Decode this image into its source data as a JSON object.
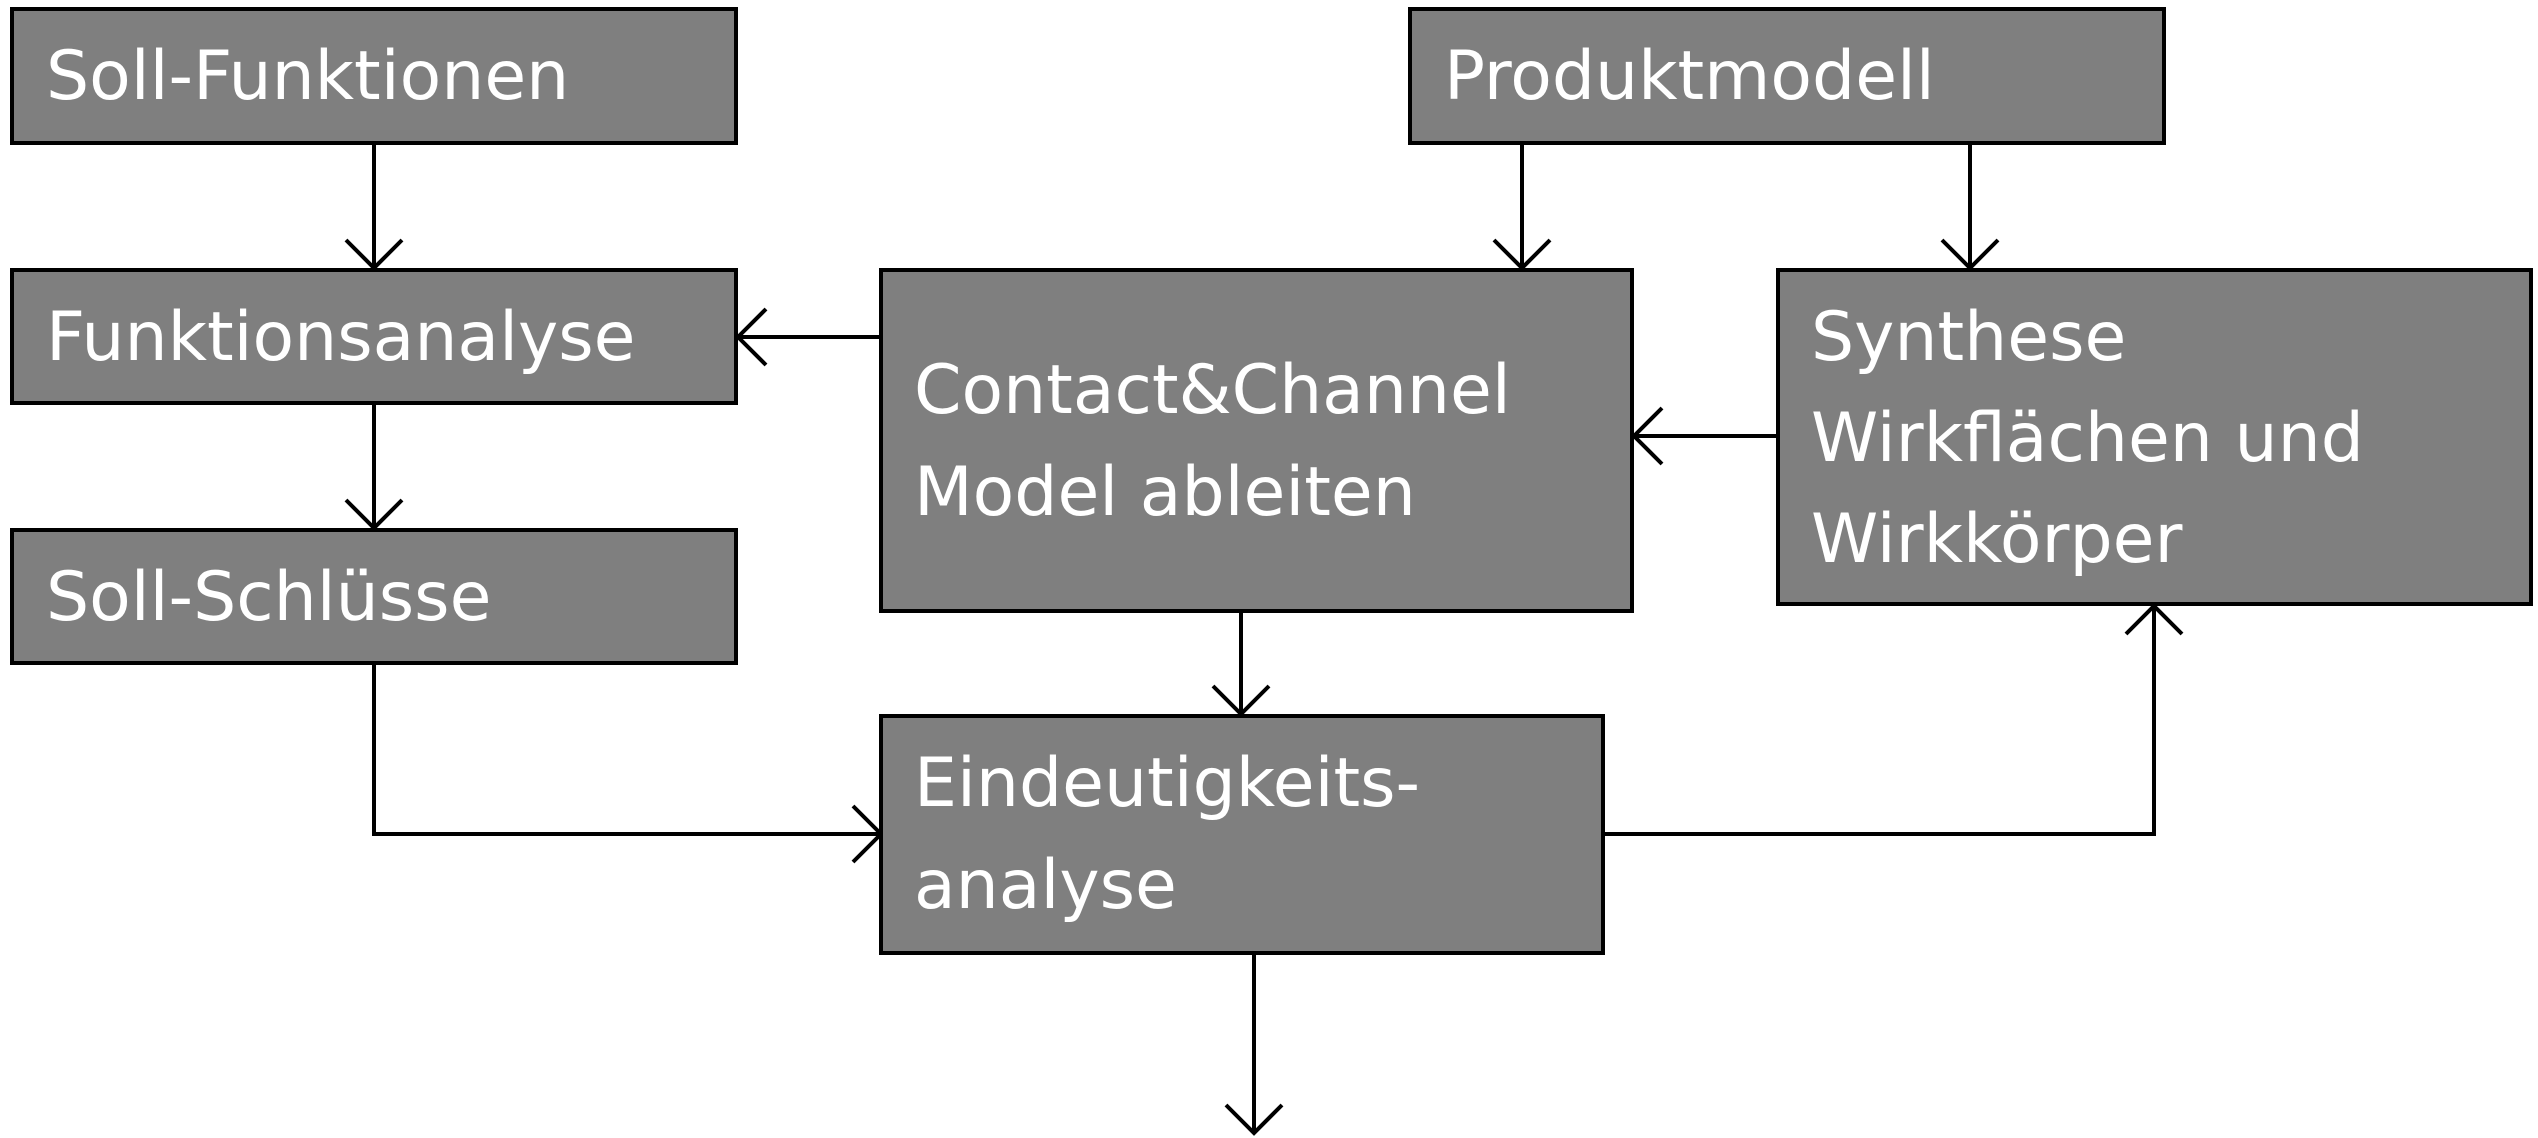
{
  "nodes": [
    {
      "id": "soll-funktionen",
      "lines": [
        "Soll-Funktionen"
      ]
    },
    {
      "id": "produktmodell",
      "lines": [
        "Produktmodell"
      ]
    },
    {
      "id": "funktionsanalyse",
      "lines": [
        "Funktionsanalyse"
      ]
    },
    {
      "id": "contact-channel",
      "lines": [
        "Contact&Channel",
        "Model ableiten"
      ]
    },
    {
      "id": "synthese",
      "lines": [
        "Synthese",
        "Wirkflächen und",
        "Wirkkörper"
      ]
    },
    {
      "id": "soll-schluesse",
      "lines": [
        "Soll-Schlüsse"
      ]
    },
    {
      "id": "eindeutigkeitsanalyse",
      "lines": [
        "Eindeutigkeits-",
        "analyse"
      ]
    }
  ],
  "edges": [
    {
      "from": "soll-funktionen",
      "to": "funktionsanalyse"
    },
    {
      "from": "funktionsanalyse",
      "to": "soll-schluesse"
    },
    {
      "from": "produktmodell",
      "to": "contact-channel"
    },
    {
      "from": "produktmodell",
      "to": "synthese"
    },
    {
      "from": "contact-channel",
      "to": "funktionsanalyse"
    },
    {
      "from": "synthese",
      "to": "contact-channel"
    },
    {
      "from": "contact-channel",
      "to": "eindeutigkeitsanalyse"
    },
    {
      "from": "soll-schluesse",
      "to": "eindeutigkeitsanalyse"
    },
    {
      "from": "eindeutigkeitsanalyse",
      "to": "synthese"
    },
    {
      "from": "eindeutigkeitsanalyse",
      "to": "output"
    }
  ]
}
